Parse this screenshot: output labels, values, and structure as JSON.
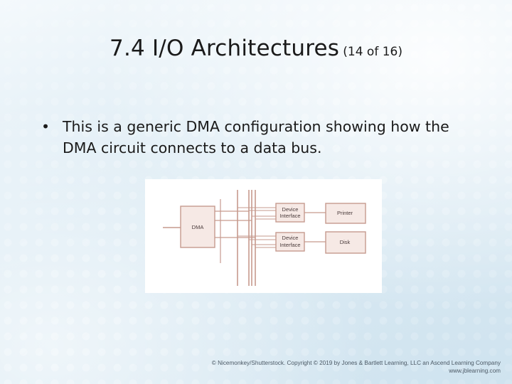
{
  "slide": {
    "title_main": "7.4 I/O Architectures",
    "title_sub": "(14 of 16)",
    "bullet_symbol": "•",
    "bullet_text": "This is a generic DMA configuration showing how the DMA circuit connects to a data bus."
  },
  "diagram": {
    "dma_label": "DMA",
    "device_interface_1": [
      "Device",
      "Interface"
    ],
    "device_interface_2": [
      "Device",
      "Interface"
    ],
    "printer_label": "Printer",
    "disk_label": "Disk",
    "box_stroke": "#c69a8e",
    "box_fill": "#f6e9e5",
    "line_color": "#c69a8e"
  },
  "footer": {
    "credit_line": "© Nicemonkey/Shutterstock. Copyright © 2019 by Jones & Bartlett Learning, LLC an Ascend Learning Company",
    "website": "www.jblearning.com"
  }
}
